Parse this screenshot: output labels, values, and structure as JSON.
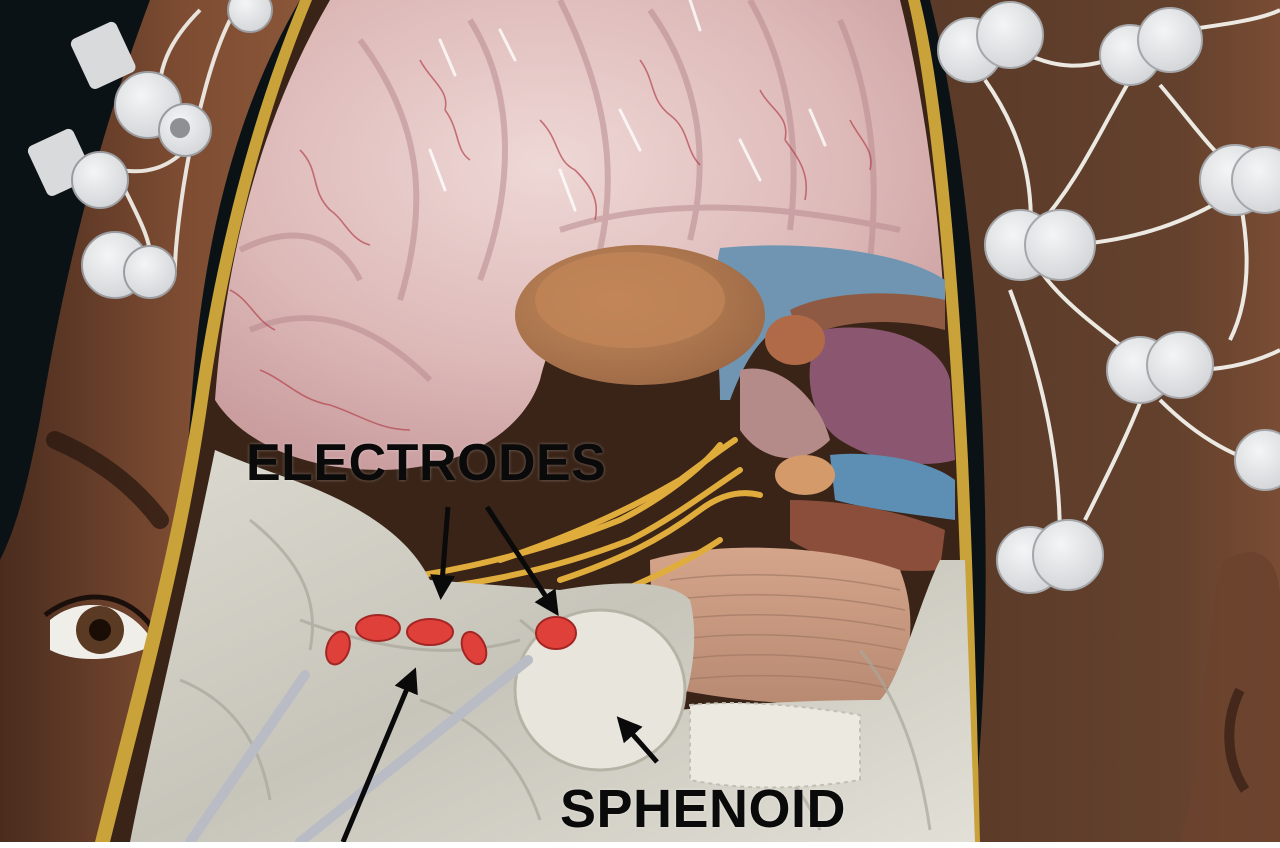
{
  "figure": {
    "labels": {
      "electrodes": "ELECTRODES",
      "sphenoid": "SPHENOID"
    },
    "regions": {
      "scalp_eeg_electrodes_left": "eeg-scalp-electrodes",
      "scalp_eeg_electrodes_right": "eeg-scalp-electrodes",
      "brain_cutaway": "brain-cortex",
      "skull_base": "sphenoid-bone",
      "depth_electrodes": "sphenoidal-electrode-contacts",
      "insertion_needles": "electrode-needles",
      "eye": "eye",
      "ear": "ear"
    },
    "colors": {
      "background": "#0b1216",
      "skin_left": "#7a4a30",
      "skin_right": "#5a3a28",
      "scalp_border": "#c9a23a",
      "brain": "#d9b3b3",
      "brain_vessels": "#b5454f",
      "ventricle_blue": "#6f95b2",
      "thalamus_brown": "#b07850",
      "purple_structure": "#8b5670",
      "nerves_yellow": "#e0ad3c",
      "bone_gray": "#cfcdc2",
      "electrode_red": "#e0403a",
      "electrode_cap_white": "#e6e8ea",
      "needle_gray": "#b9bcc4",
      "arrow_black": "#0a0a0a",
      "label_text": "#0a0a0a"
    },
    "electrode_contacts_count": 5
  }
}
